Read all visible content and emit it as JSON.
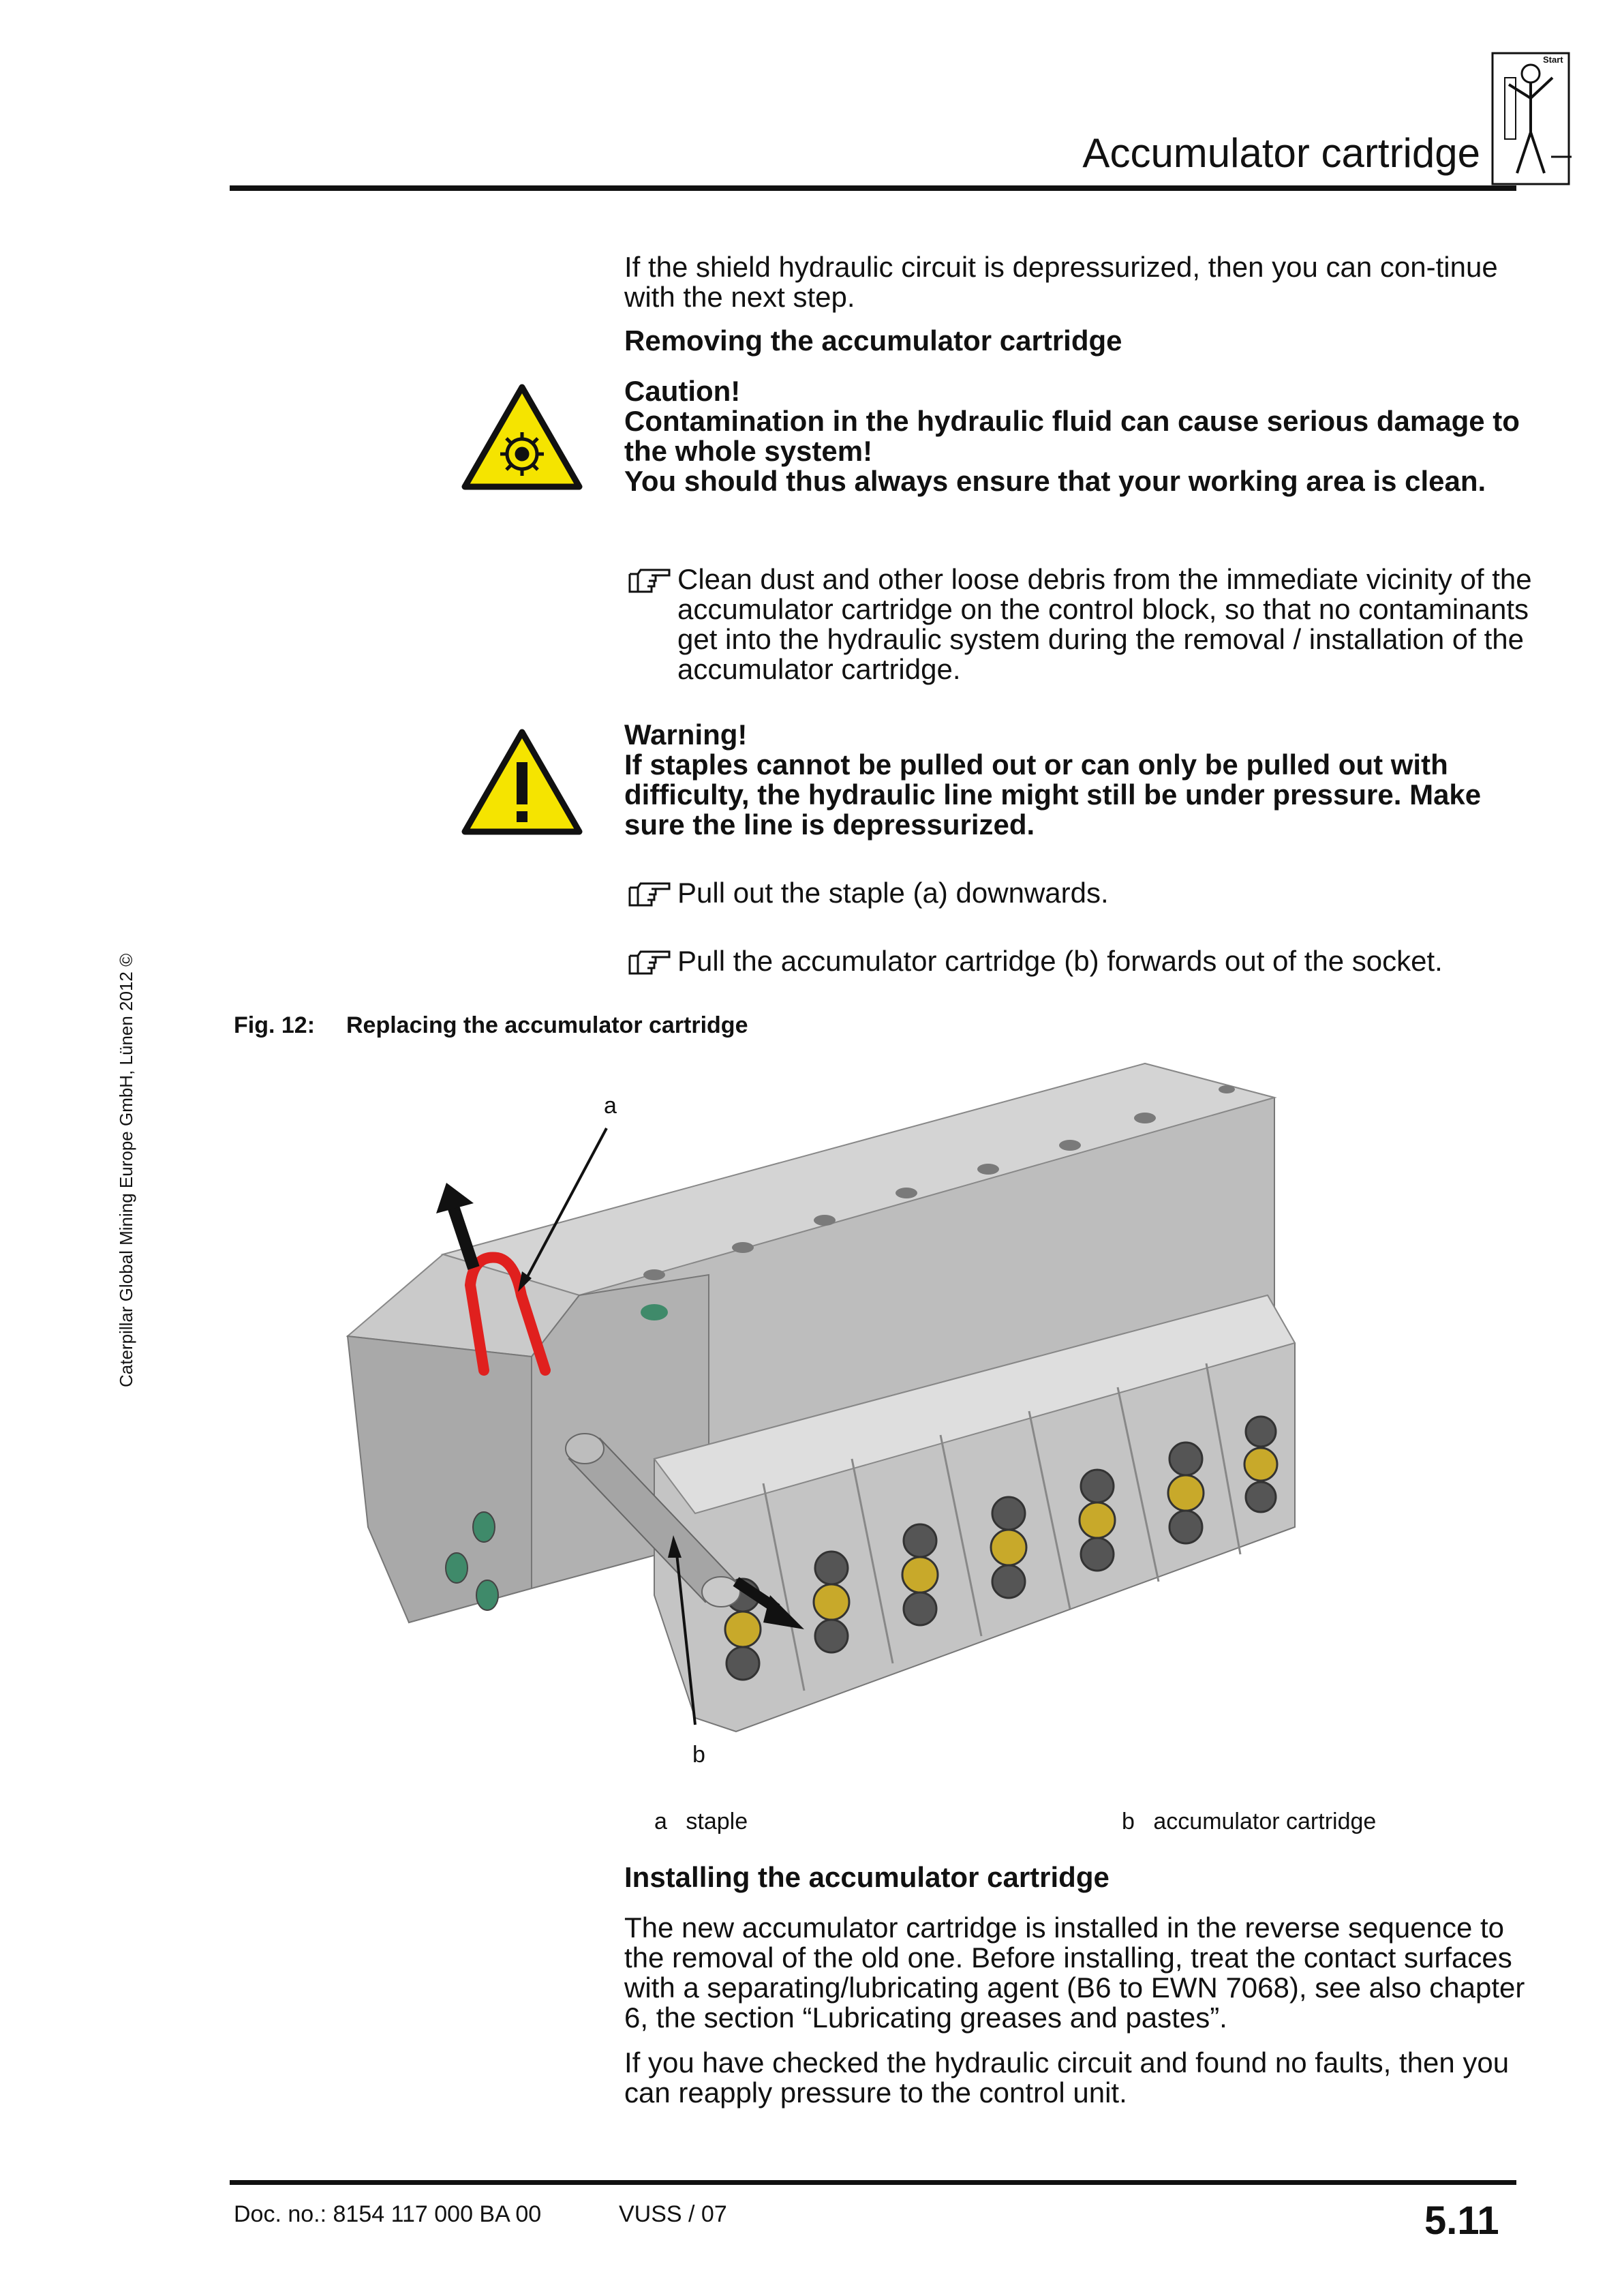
{
  "header": {
    "title": "Accumulator cartridge",
    "logo_label": "Start"
  },
  "intro_text": "If the shield hydraulic circuit is depressurized, then you can con-tinue with the next step.",
  "removing": {
    "heading": "Removing the accumulator cartridge",
    "caution": {
      "title": "Caution!",
      "line1": "Contamination in the hydraulic fluid can cause serious damage to the whole system!",
      "line2": "You should thus always ensure that your working area is clean.",
      "icon": "contamination-caution-icon"
    },
    "step_clean": "Clean dust and other loose debris from the immediate vicinity of the accumulator cartridge on the control block, so that no contaminants get into the hydraulic system during the removal / installation of the accumulator cartridge.",
    "warning": {
      "title": "Warning!",
      "text": "If staples cannot be pulled out or can only be pulled out with difficulty, the hydraulic line might still be under pressure. Make sure the line is depressurized.",
      "icon": "warning-exclamation-icon"
    },
    "step_staple": "Pull out the staple (a) downwards.",
    "step_cartridge": "Pull the accumulator cartridge (b) forwards out of the socket."
  },
  "figure": {
    "number": "Fig. 12:",
    "caption": "Replacing the accumulator cartridge",
    "callout_a": "a",
    "callout_b": "b",
    "legend": [
      {
        "key": "a",
        "label": "staple"
      },
      {
        "key": "b",
        "label": "accumulator cartridge"
      }
    ]
  },
  "installing": {
    "heading": "Installing the accumulator cartridge",
    "para1": "The new accumulator cartridge is installed in the reverse sequence to the removal of the old one. Before installing, treat the contact surfaces with a separating/lubricating agent (B6 to EWN 7068), see also chapter 6, the section “Lubricating greases and pastes”.",
    "para2": "If you have checked the hydraulic circuit and found no faults, then you can reapply pressure to the control unit."
  },
  "copyright": "Caterpillar Global Mining Europe GmbH, Lünen 2012 ©",
  "footer": {
    "doc_no": "Doc. no.: 8154 117 000 BA 00",
    "version": "VUSS / 07",
    "page": "5.11"
  },
  "colors": {
    "caution_yellow": "#f5e400",
    "staple_red": "#e0201e",
    "block_gray": "#b6b6b6",
    "port_brass": "#c8a92a"
  }
}
